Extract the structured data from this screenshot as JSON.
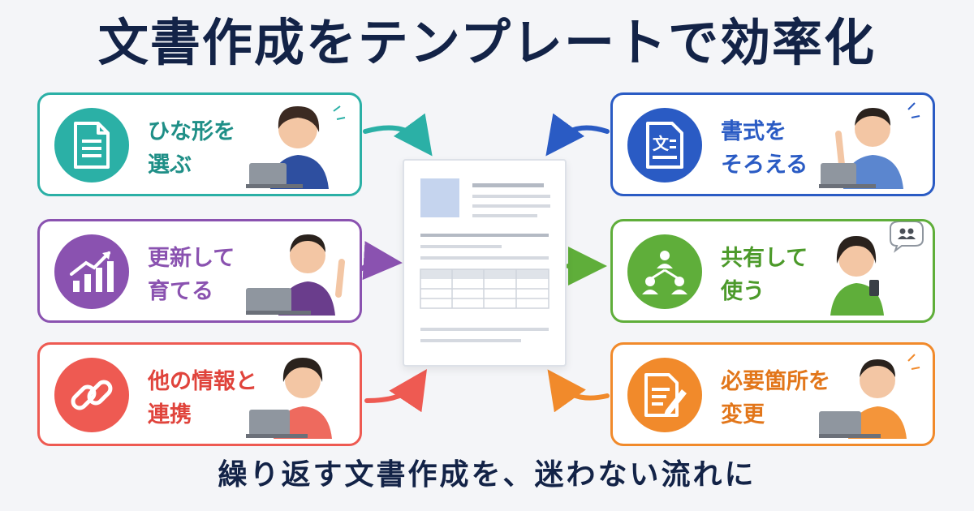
{
  "title": "文書作成をテンプレートで効率化",
  "subtitle": "繰り返す文書作成を、迷わない流れに",
  "colors": {
    "teal": "#2bb0a6",
    "blue": "#2a5bc4",
    "purple": "#8a52b0",
    "green": "#5fae3a",
    "coral": "#ee5a52",
    "orange": "#f18a2b",
    "navy": "#132347"
  },
  "cards": {
    "select": {
      "line1": "ひな形を",
      "line2": "選ぶ",
      "icon": "document-icon"
    },
    "format": {
      "line1": "書式を",
      "line2": "そろえる",
      "icon": "text-document-icon"
    },
    "update": {
      "line1": "更新して",
      "line2": "育てる",
      "icon": "growth-chart-icon"
    },
    "share": {
      "line1": "共有して",
      "line2": "使う",
      "icon": "people-network-icon"
    },
    "link": {
      "line1": "他の情報と",
      "line2": "連携",
      "icon": "link-icon"
    },
    "edit": {
      "line1": "必要箇所を",
      "line2": "変更",
      "icon": "edit-document-icon"
    }
  },
  "center_document": {
    "icon": "template-document-icon"
  }
}
